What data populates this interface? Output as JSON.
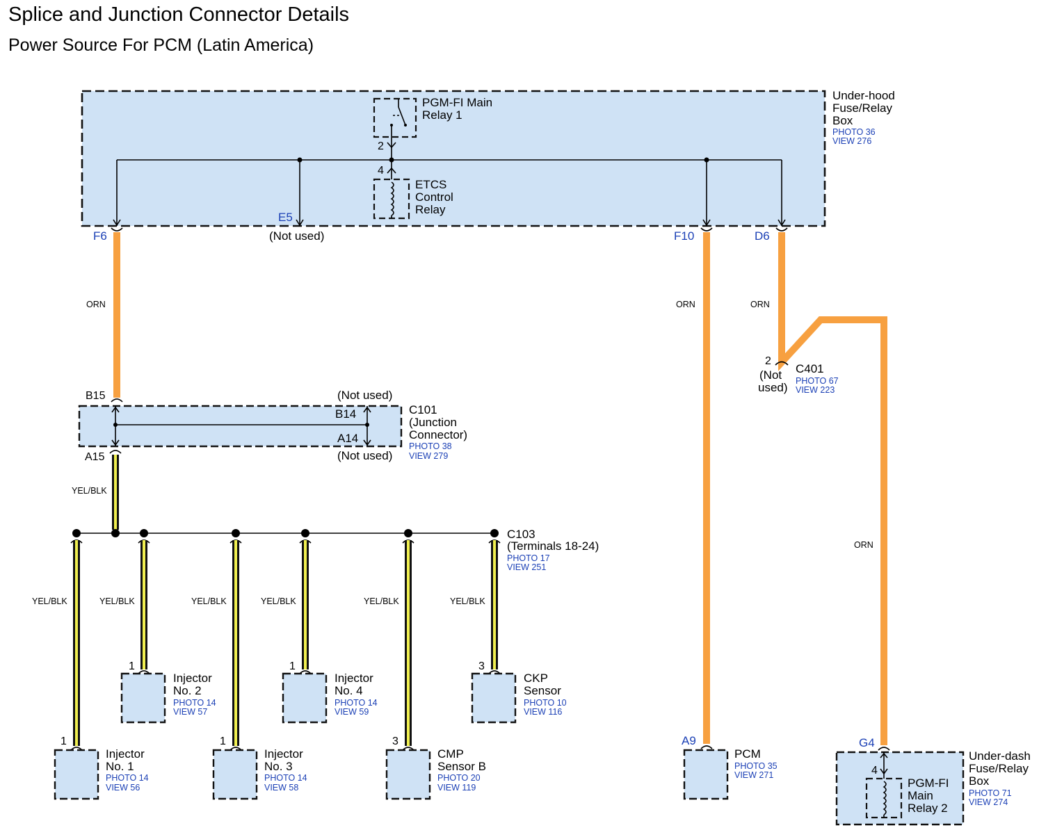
{
  "header": {
    "title": "Splice and Junction Connector Details",
    "subtitle": "Power Source For PCM (Latin America)"
  },
  "underhood_box": {
    "name_lines": [
      "Under-hood",
      "Fuse/Relay",
      "Box"
    ],
    "photo": "PHOTO 36",
    "view": "VIEW 276",
    "relay1_lines": [
      "PGM-FI Main",
      "Relay 1"
    ],
    "relay1_pin": "2",
    "etcs_lines": [
      "ETCS",
      "Control",
      "Relay"
    ],
    "etcs_pin": "4",
    "pins": {
      "f6": "F6",
      "e5": "E5",
      "f10": "F10",
      "d6": "D6"
    },
    "e5_note": "(Not used)"
  },
  "c101": {
    "name_lines": [
      "C101",
      "(Junction",
      "Connector)"
    ],
    "photo": "PHOTO 38",
    "view": "VIEW 279",
    "pin_in": "B15",
    "pin_out": "A15",
    "pin_b14": "B14",
    "pin_a14": "A14",
    "note_top": "(Not used)",
    "note_bottom": "(Not used)"
  },
  "c103": {
    "name_lines": [
      "C103",
      "(Terminals 18-24)"
    ],
    "photo": "PHOTO 17",
    "view": "VIEW 251"
  },
  "c401": {
    "name": "C401",
    "pin": "2",
    "note_lines": [
      "(Not",
      "used)"
    ],
    "photo": "PHOTO 67",
    "view": "VIEW 223"
  },
  "wires": {
    "orn": "ORN",
    "yel_blk": "YEL/BLK"
  },
  "components": {
    "injector1": {
      "lines": [
        "Injector",
        "No. 1"
      ],
      "photo": "PHOTO 14",
      "view": "VIEW 56",
      "pin": "1"
    },
    "injector2": {
      "lines": [
        "Injector",
        "No. 2"
      ],
      "photo": "PHOTO 14",
      "view": "VIEW 57",
      "pin": "1"
    },
    "injector3": {
      "lines": [
        "Injector",
        "No. 3"
      ],
      "photo": "PHOTO 14",
      "view": "VIEW 58",
      "pin": "1"
    },
    "injector4": {
      "lines": [
        "Injector",
        "No. 4"
      ],
      "photo": "PHOTO 14",
      "view": "VIEW 59",
      "pin": "1"
    },
    "cmp": {
      "lines": [
        "CMP",
        "Sensor B"
      ],
      "photo": "PHOTO 20",
      "view": "VIEW 119",
      "pin": "3"
    },
    "ckp": {
      "lines": [
        "CKP",
        "Sensor"
      ],
      "photo": "PHOTO 10",
      "view": "VIEW 116",
      "pin": "3"
    },
    "pcm": {
      "name": "PCM",
      "photo": "PHOTO 35",
      "view": "VIEW 271",
      "pin": "A9"
    }
  },
  "underdash_box": {
    "name_lines": [
      "Under-dash",
      "Fuse/Relay",
      "Box"
    ],
    "photo": "PHOTO 71",
    "view": "VIEW 274",
    "pin": "G4",
    "relay_pin": "4",
    "relay_lines": [
      "PGM-FI",
      "Main",
      "Relay 2"
    ]
  },
  "colors": {
    "box_fill": "#cfe2f5",
    "orange_wire": "#f7a040",
    "yellow_wire": "#f0ef50",
    "ref_text": "#1a3fb5"
  }
}
